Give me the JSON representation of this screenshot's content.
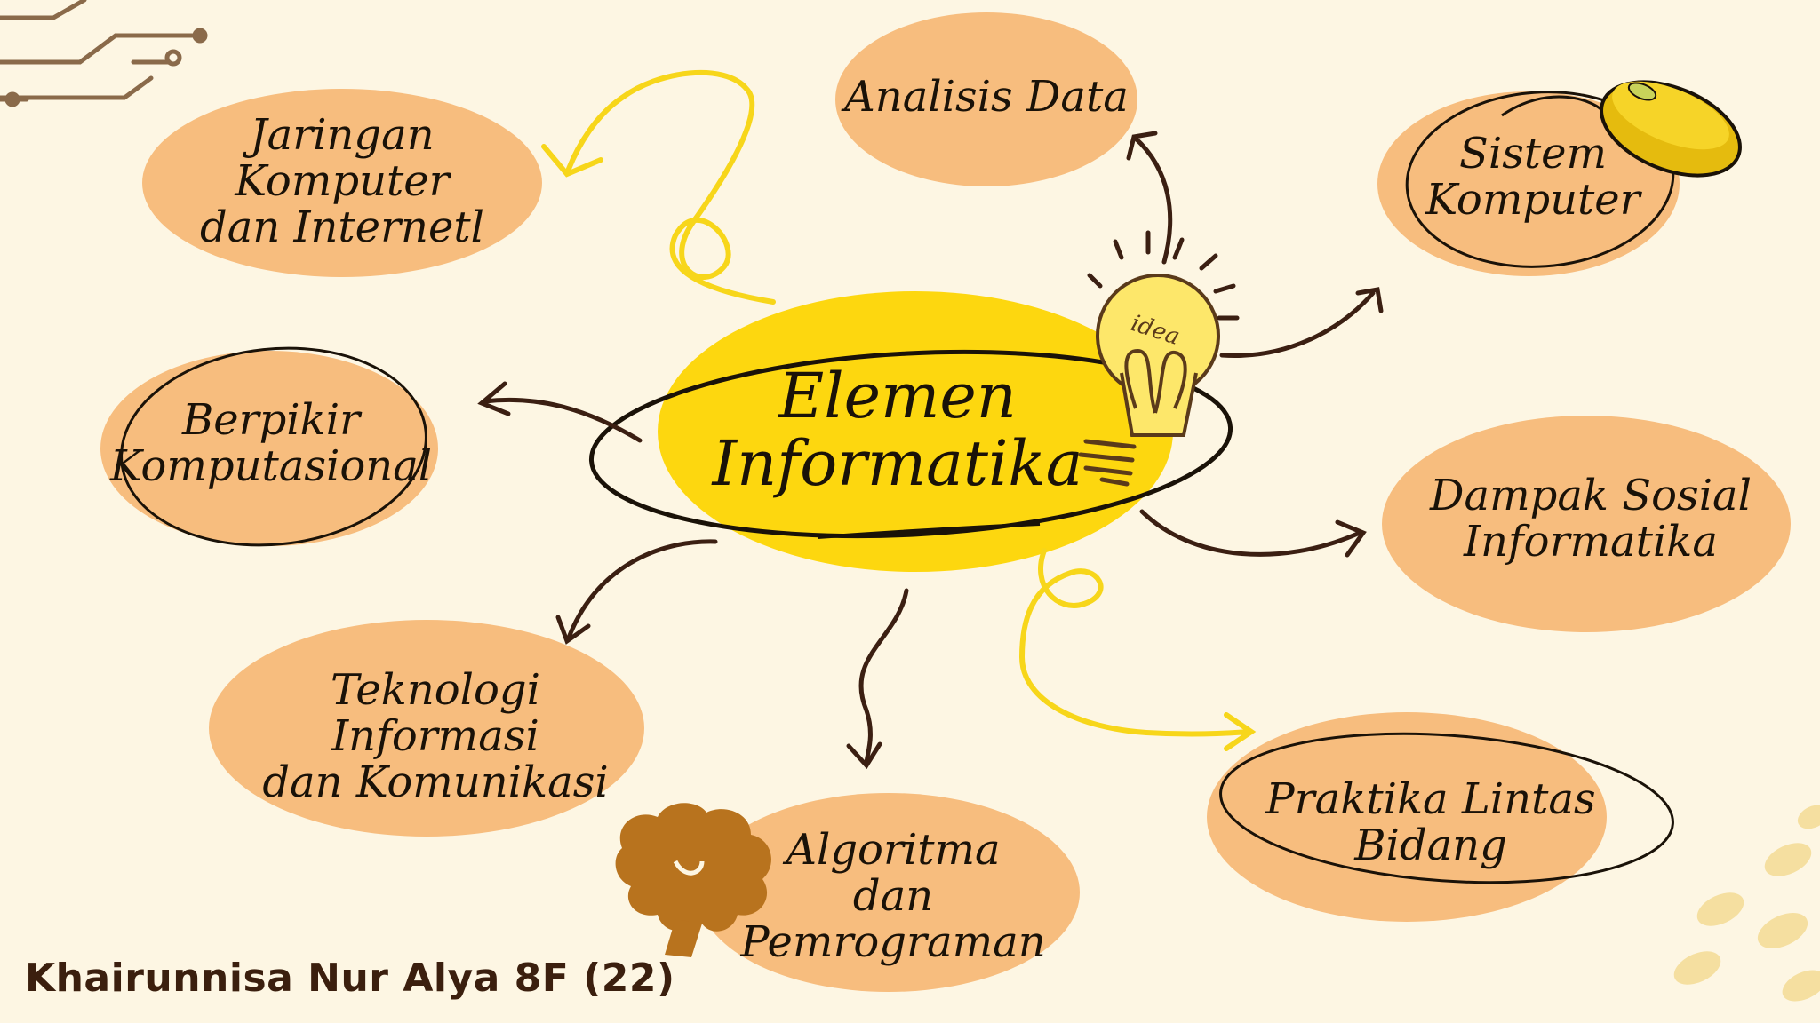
{
  "center": {
    "title": "Elemen\nInformatika"
  },
  "idea_label": "idea",
  "nodes": [
    {
      "id": "analisis-data",
      "label": "Analisis Data"
    },
    {
      "id": "sistem-komputer",
      "label": "Sistem\nKomputer"
    },
    {
      "id": "jaringan",
      "label": "Jaringan Komputer\ndan Internetl"
    },
    {
      "id": "berpikir",
      "label": "Berpikir\nKomputasional"
    },
    {
      "id": "dampak",
      "label": "Dampak Sosial\nInformatika"
    },
    {
      "id": "tik",
      "label": "Teknologi Informasi\ndan Komunikasi"
    },
    {
      "id": "algoritma",
      "label": "Algoritma dan\nPemrograman"
    },
    {
      "id": "praktika",
      "label": "Praktika Lintas\nBidang"
    }
  ],
  "author": "Khairunnisa Nur Alya 8F (22)",
  "colors": {
    "background": "#fdf6e3",
    "node_fill": "#f7bd7e",
    "center_fill": "#fdd70f",
    "dark_arrow": "#3b1f12",
    "yellow_arrow": "#f7d61a",
    "circuit": "#8a6a4a",
    "brain": "#b8731e"
  },
  "icons": [
    "circuit-decoration",
    "computer-mouse-icon",
    "light-bulb-icon",
    "brain-icon",
    "dots-decoration"
  ]
}
